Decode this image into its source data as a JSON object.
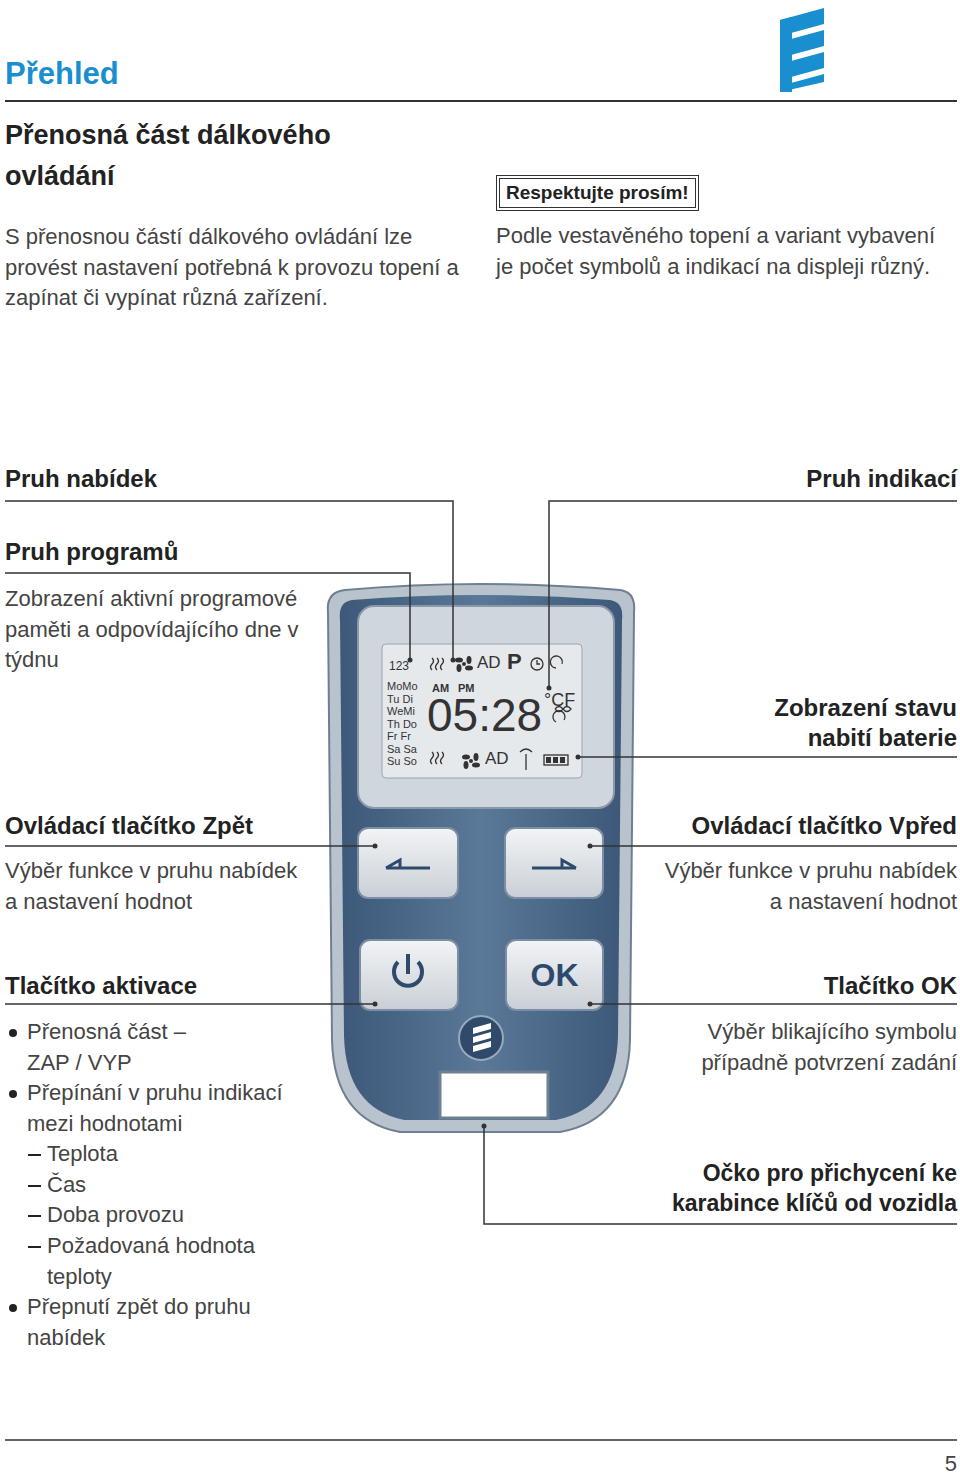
{
  "diagram": {
    "title": "Přehled",
    "nodes": [
      {
        "text": [
          "Respektujte prosím!",
          "Podle vestavěného topení a variant vybavení je počet symbolů a indikací na displeji různý."
        ]
      },
      {
        "text": [
          "OK"
        ]
      }
    ],
    "labels": [
      "Přenosná část dálkového ovládání",
      "S přenosnou částí dálkového ovládání lze provést nastavení potřebná k provozu topení a zapínat či vypínat různá zařízení.",
      "Pruh nabídek",
      "Pruh indikací",
      "Pruh programů",
      "Zobrazení aktivní programové paměti a odpovídajícího dne v týdnu",
      "Zobrazení stavu nabití baterie",
      "Ovládací tlačítko Zpět",
      "Výběr funkce v pruhu nabídek a nastavení hodnot",
      "Ovládací tlačítko Vpřed",
      "Výběr funkce v pruhu nabídek a nastavení hodnot",
      "Tlačítko aktivace",
      "Přenosná část – ZAP / VYP",
      "Přepínání v pruhu indikací mezi hodnotami",
      "Teplota",
      "Čas",
      "Doba provozu",
      "Požadovaná hodnota teploty",
      "Přepnutí zpět do pruhu nabídek",
      "Tlačítko OK",
      "Výběr blikajícího symbolu případně potvrzení zadání",
      "Očko pro přichycení ke karabince klíčů od vozidla",
      "5",
      "123",
      "MoMo",
      "Tu Di",
      "WeMi",
      "Th Do",
      "Fr Fr",
      "Sa Sa",
      "Su So",
      "AM",
      "PM",
      "05:28",
      "°CF",
      "AD",
      "P",
      "AD"
    ]
  }
}
